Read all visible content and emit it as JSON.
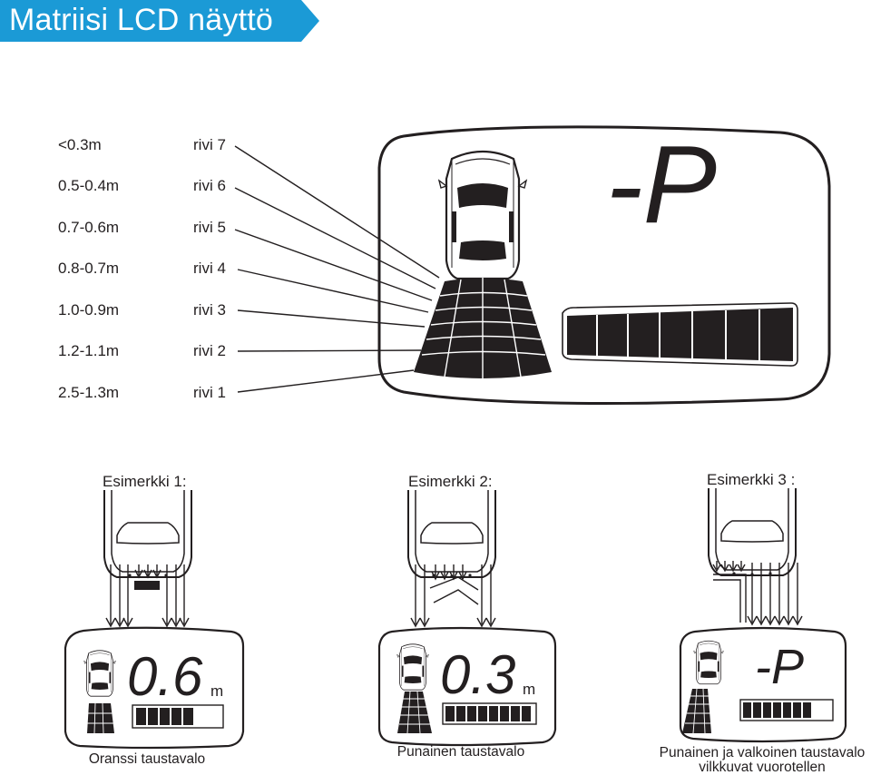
{
  "header": {
    "title": "Matriisi LCD näyttö",
    "color": "#1b9ad6"
  },
  "legend": [
    {
      "distance": "<0.3m",
      "row": "rivi 7"
    },
    {
      "distance": "0.5-0.4m",
      "row": "rivi 6"
    },
    {
      "distance": "0.7-0.6m",
      "row": "rivi 5"
    },
    {
      "distance": "0.8-0.7m",
      "row": "rivi 4"
    },
    {
      "distance": "1.0-0.9m",
      "row": "rivi 3"
    },
    {
      "distance": "1.2-1.1m",
      "row": "rivi 2"
    },
    {
      "distance": "2.5-1.3m",
      "row": "rivi 1"
    }
  ],
  "main_display": {
    "status": "-P",
    "bar_segments": 7
  },
  "examples": [
    {
      "title": "Esimerkki 1:",
      "readout": "0.6",
      "unit": "m",
      "caption": [
        "Oranssi taustavalo"
      ]
    },
    {
      "title": "Esimerkki 2:",
      "readout": "0.3",
      "unit": "m",
      "caption": [
        "Punainen taustavalo"
      ]
    },
    {
      "title": "Esimerkki 3 :",
      "readout": "-P",
      "unit": "",
      "caption": [
        "Punainen ja valkoinen taustavalo",
        "vilkkuvat vuorotellen"
      ]
    }
  ]
}
